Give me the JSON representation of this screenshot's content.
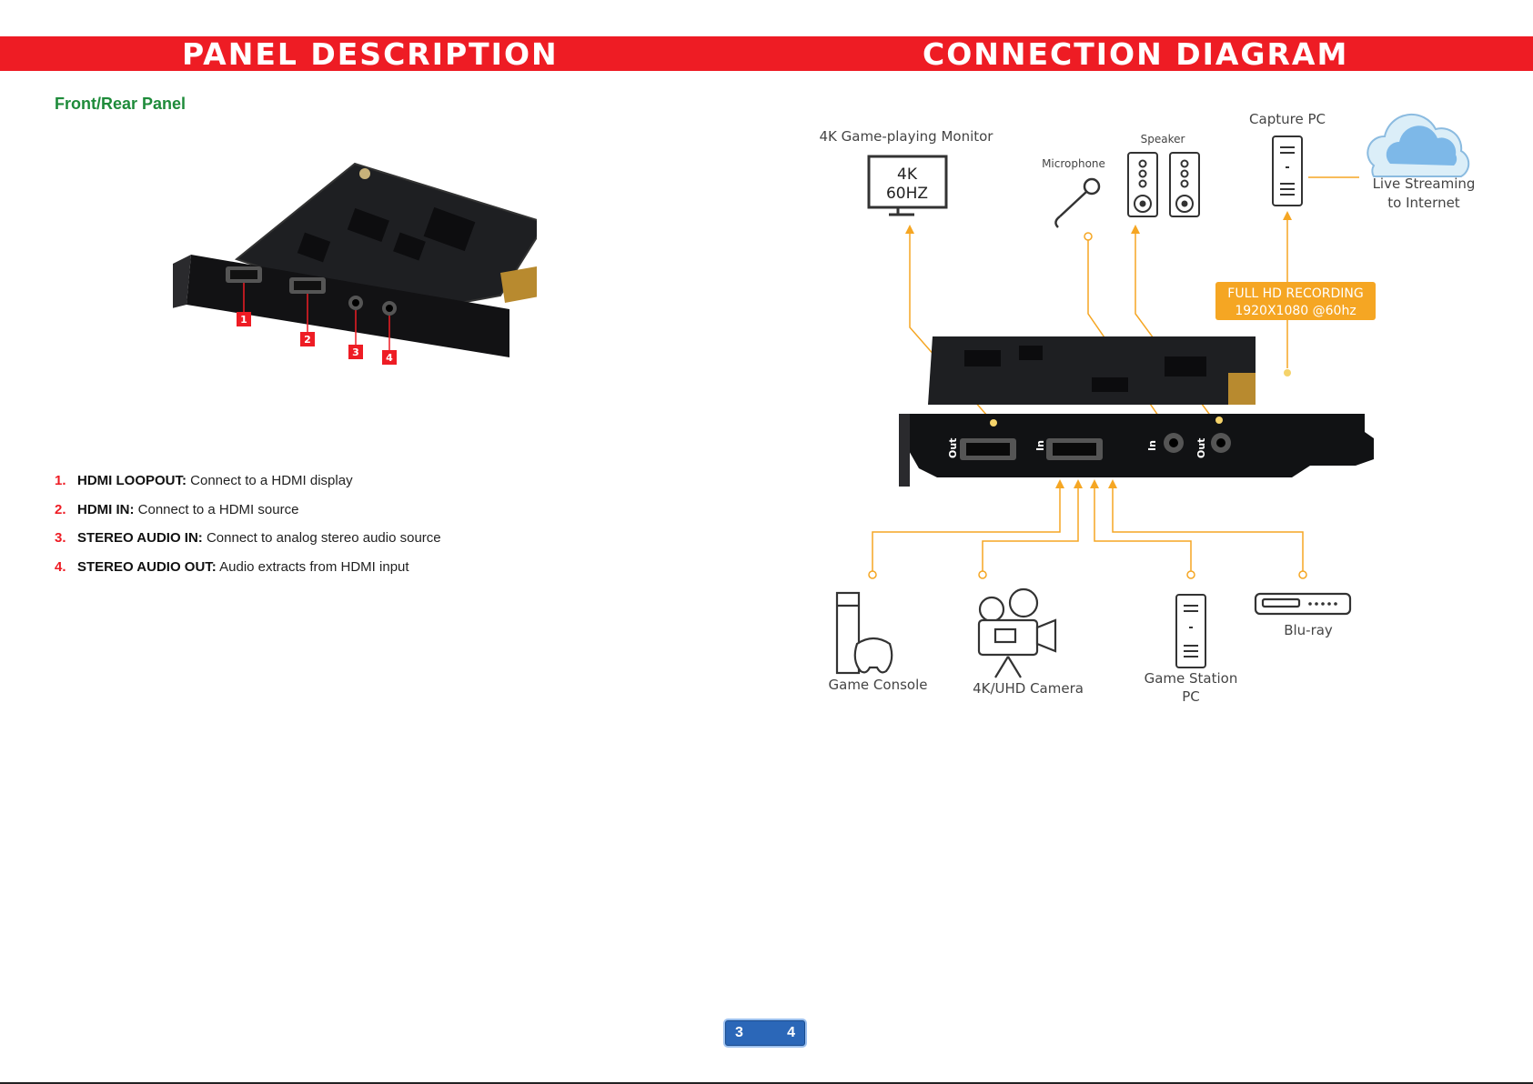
{
  "header": {
    "left_title": "PANEL DESCRIPTION",
    "right_title": "CONNECTION DIAGRAM",
    "banner_color": "#ee1c24"
  },
  "panel": {
    "subtitle": "Front/Rear Panel",
    "callouts": [
      "1",
      "2",
      "3",
      "4"
    ],
    "items": [
      {
        "num": "1.",
        "key": "HDMI LOOPOUT:",
        "desc": " Connect to a HDMI display"
      },
      {
        "num": "2.",
        "key": "HDMI IN:",
        "desc": " Connect to a HDMI source"
      },
      {
        "num": "3.",
        "key": "STEREO AUDIO IN:",
        "desc": " Connect to analog stereo audio source"
      },
      {
        "num": "4.",
        "key": "STEREO AUDIO OUT:",
        "desc": " Audio extracts from HDMI input"
      }
    ]
  },
  "diagram": {
    "monitor_label": "4K Game-playing Monitor",
    "monitor_screen_line1": "4K",
    "monitor_screen_line2": "60HZ",
    "microphone_label": "Microphone",
    "speaker_label": "Speaker",
    "capture_pc_label": "Capture PC",
    "live_streaming_line1": "Live Streaming",
    "live_streaming_line2": "to Internet",
    "recording_badge_line1": "FULL HD RECORDING",
    "recording_badge_line2": "1920X1080 @60hz",
    "port_labels": [
      "Out",
      "In",
      "In",
      "Out"
    ],
    "game_console_label": "Game Console",
    "camera_label": "4K/UHD Camera",
    "game_station_line1": "Game Station",
    "game_station_line2": "PC",
    "bluray_label": "Blu-ray",
    "accent_color": "#f5a623"
  },
  "footer": {
    "page_left": "3",
    "page_right": "4"
  }
}
